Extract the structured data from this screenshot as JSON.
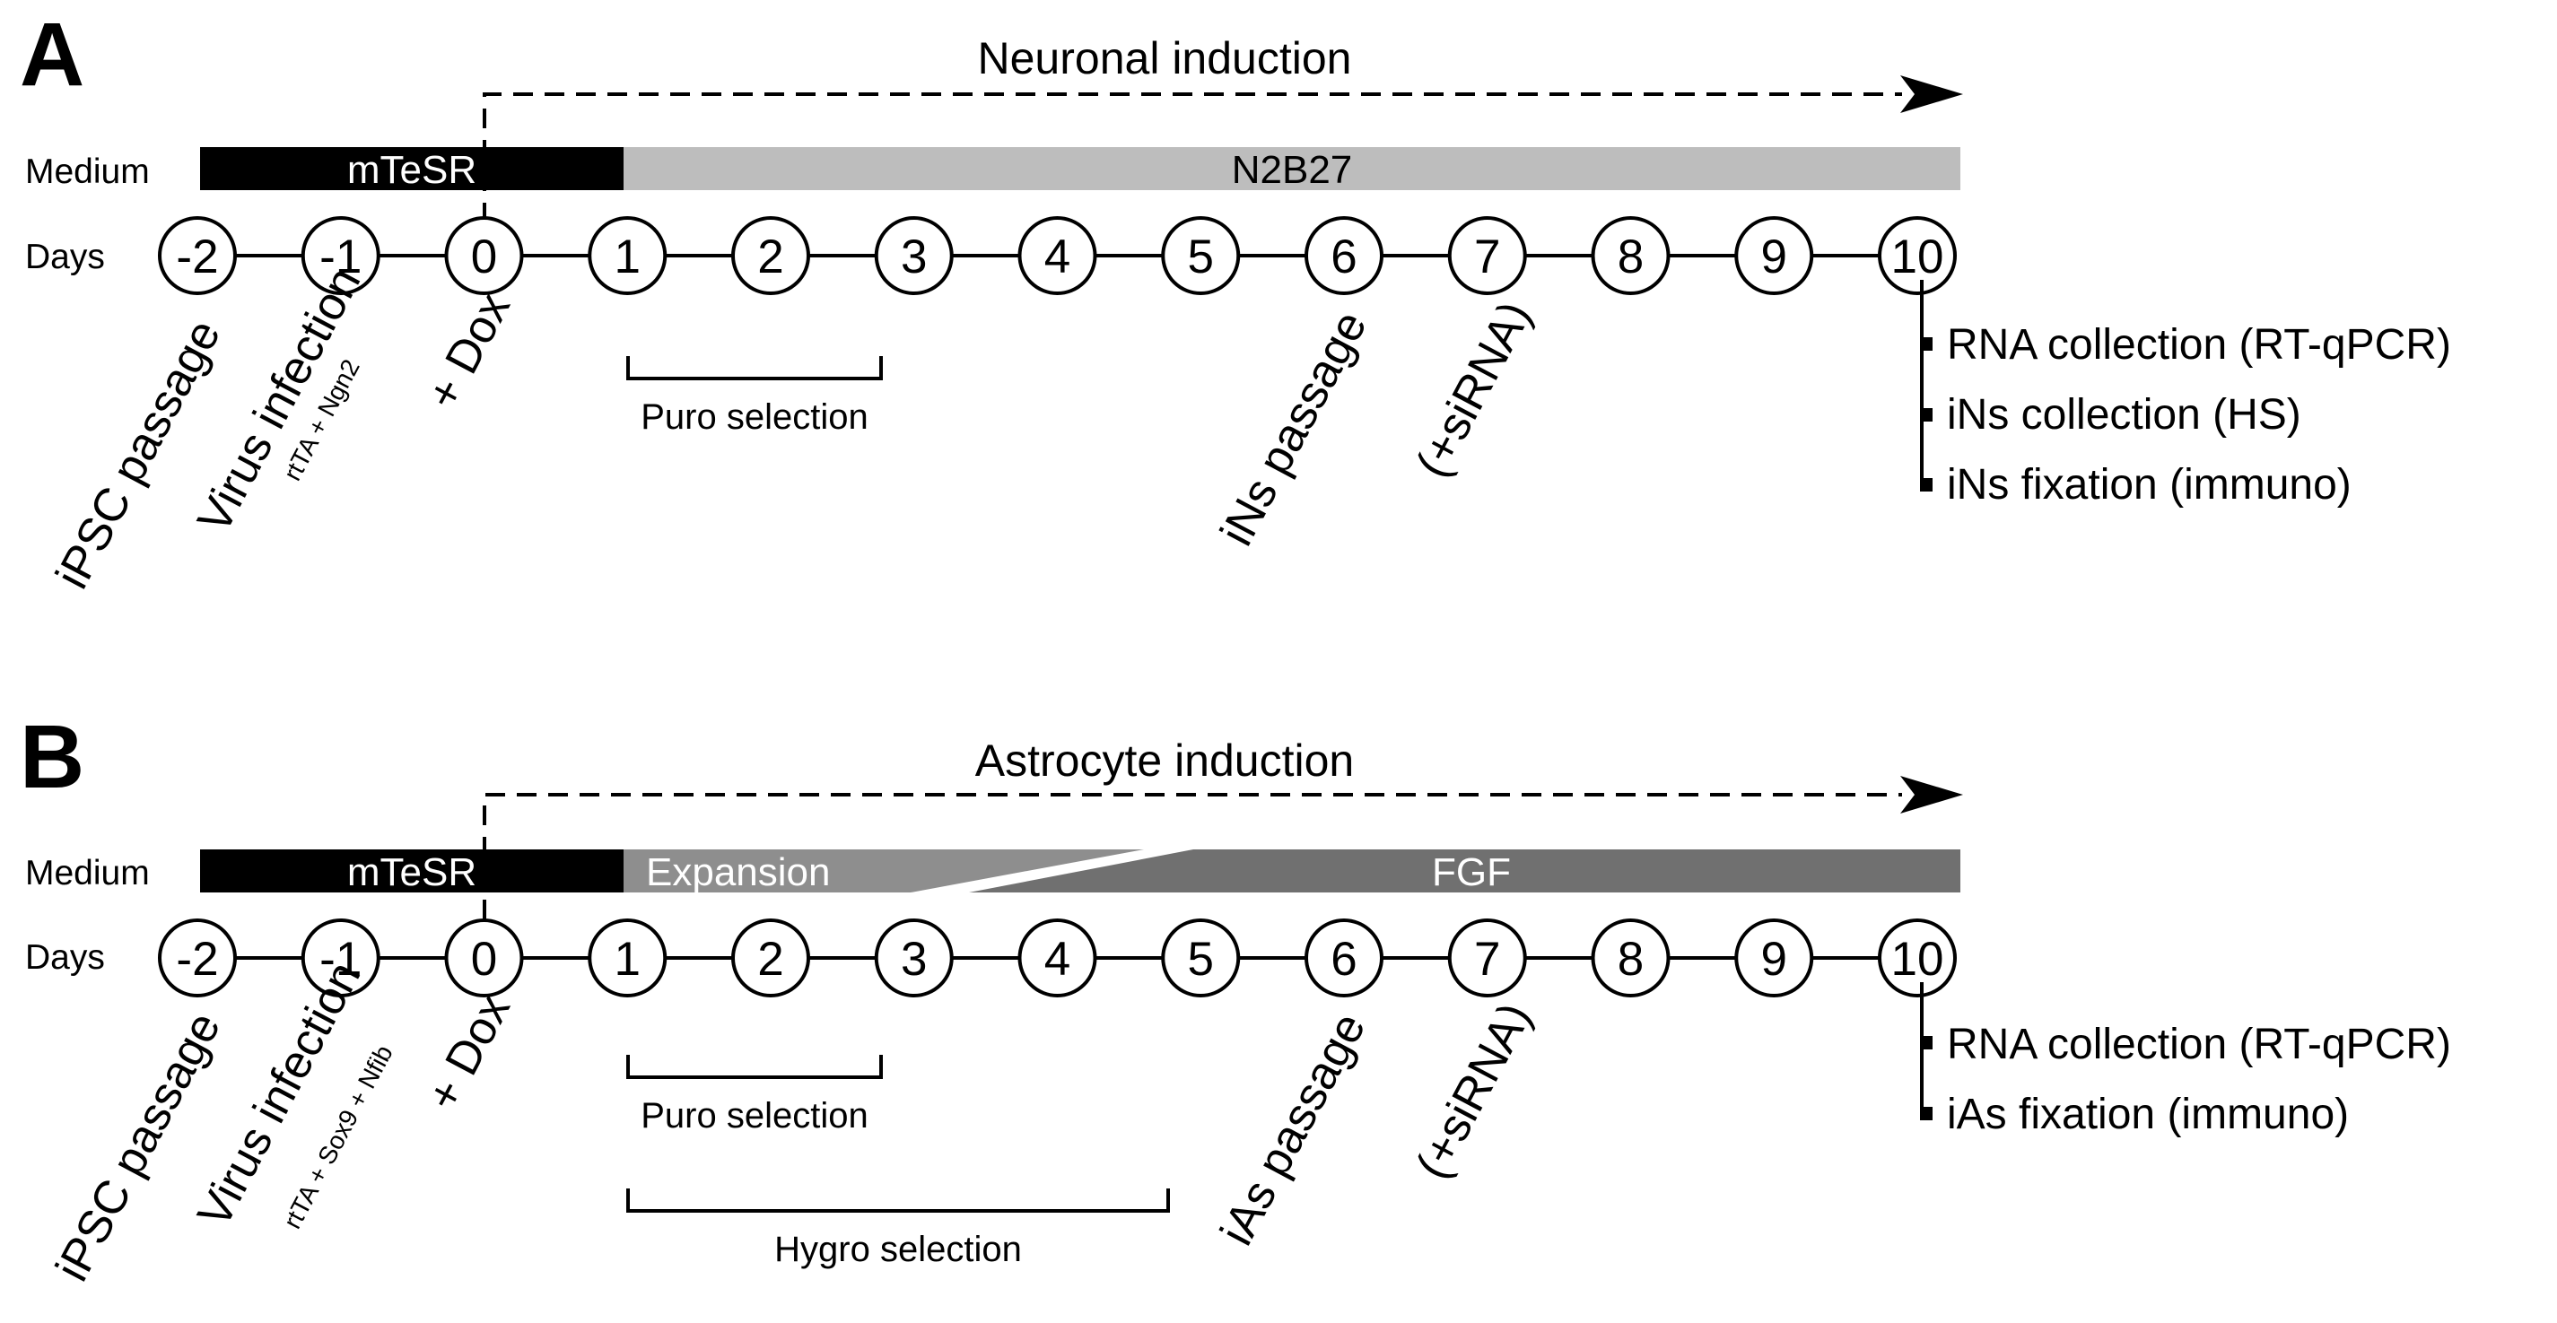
{
  "colors": {
    "black": "#000000",
    "grey_light": "#bdbdbd",
    "grey_mid": "#8e8e8e",
    "grey_dark": "#707070"
  },
  "panels": [
    {
      "letter": "A",
      "title": "Neuronal induction",
      "medium_label": "Medium",
      "days_label": "Days",
      "bars": [
        {
          "label": "mTeSR",
          "color": "#000000",
          "text_color": "#ffffff"
        },
        {
          "label": "N2B27",
          "color": "#bdbdbd",
          "text_color": "#000000"
        }
      ],
      "days": [
        "-2",
        "-1",
        "0",
        "1",
        "2",
        "3",
        "4",
        "5",
        "6",
        "7",
        "8",
        "9",
        "10"
      ],
      "events": [
        {
          "text": "iPSC passage",
          "sub": ""
        },
        {
          "text": "Virus infection",
          "sub": "rtTA + Ngn2"
        },
        {
          "text": "+ Dox",
          "sub": ""
        },
        {
          "text": "iNs passage",
          "sub": ""
        },
        {
          "text": "(+siRNA)",
          "sub": ""
        }
      ],
      "selections": [
        {
          "label": "Puro selection"
        }
      ],
      "outputs": [
        "RNA collection (RT-qPCR)",
        "iNs collection (HS)",
        "iNs fixation (immuno)"
      ]
    },
    {
      "letter": "B",
      "title": "Astrocyte induction",
      "medium_label": "Medium",
      "days_label": "Days",
      "bars": [
        {
          "label": "mTeSR",
          "color": "#000000",
          "text_color": "#ffffff"
        },
        {
          "label": "Expansion",
          "color": "#8e8e8e",
          "text_color": "#ffffff"
        },
        {
          "label": "FGF",
          "color": "#707070",
          "text_color": "#ffffff"
        }
      ],
      "days": [
        "-2",
        "-1",
        "0",
        "1",
        "2",
        "3",
        "4",
        "5",
        "6",
        "7",
        "8",
        "9",
        "10"
      ],
      "events": [
        {
          "text": "iPSC passage",
          "sub": ""
        },
        {
          "text": "Virus infection",
          "sub": "rtTA + Sox9 + Nfib"
        },
        {
          "text": "+ Dox",
          "sub": ""
        },
        {
          "text": "iAs passage",
          "sub": ""
        },
        {
          "text": "(+siRNA)",
          "sub": ""
        }
      ],
      "selections": [
        {
          "label": "Puro selection"
        },
        {
          "label": "Hygro selection"
        }
      ],
      "outputs": [
        "RNA collection (RT-qPCR)",
        "iAs fixation (immuno)"
      ]
    }
  ]
}
